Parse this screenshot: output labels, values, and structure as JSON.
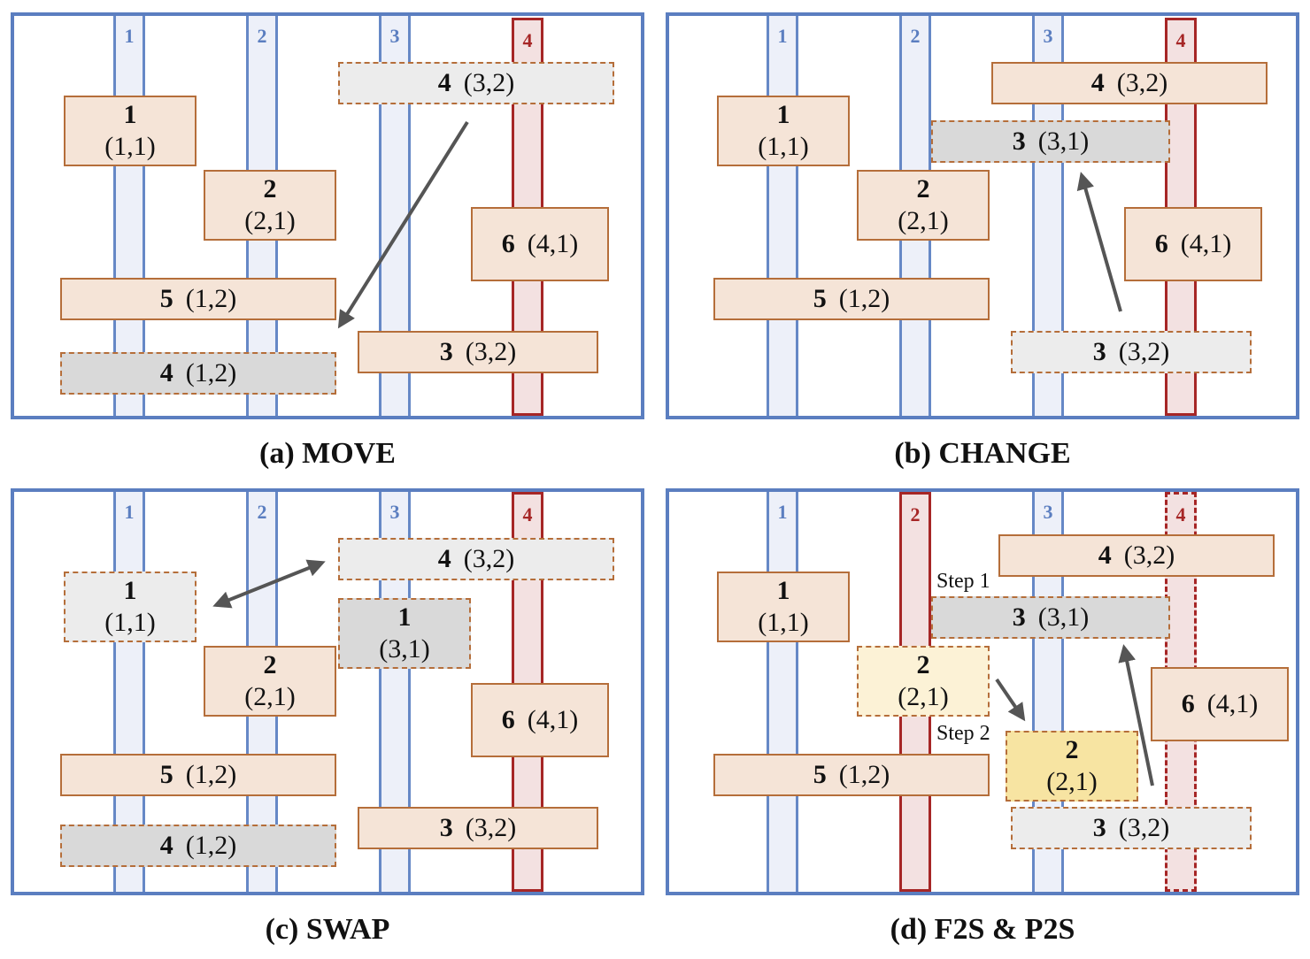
{
  "panels": [
    {
      "caption": "(a) MOVE",
      "lanes": [
        "1",
        "2",
        "3",
        "4"
      ],
      "blocks": [
        {
          "id": "4",
          "coord": "(3,2)",
          "style": "dashed-light"
        },
        {
          "id": "1",
          "coord": "(1,1)",
          "style": "solid"
        },
        {
          "id": "2",
          "coord": "(2,1)",
          "style": "solid"
        },
        {
          "id": "6",
          "coord": "(4,1)",
          "style": "solid"
        },
        {
          "id": "5",
          "coord": "(1,2)",
          "style": "solid"
        },
        {
          "id": "3",
          "coord": "(3,2)",
          "style": "solid"
        },
        {
          "id": "4",
          "coord": "(1,2)",
          "style": "dashed-gray"
        }
      ],
      "arrows": [
        {
          "from": "4 (3,2)",
          "to": "4 (1,2)",
          "type": "single"
        }
      ]
    },
    {
      "caption": "(b) CHANGE",
      "lanes": [
        "1",
        "2",
        "3",
        "4"
      ],
      "blocks": [
        {
          "id": "4",
          "coord": "(3,2)",
          "style": "solid"
        },
        {
          "id": "1",
          "coord": "(1,1)",
          "style": "solid"
        },
        {
          "id": "3",
          "coord": "(3,1)",
          "style": "dashed-gray"
        },
        {
          "id": "2",
          "coord": "(2,1)",
          "style": "solid"
        },
        {
          "id": "6",
          "coord": "(4,1)",
          "style": "solid"
        },
        {
          "id": "5",
          "coord": "(1,2)",
          "style": "solid"
        },
        {
          "id": "3",
          "coord": "(3,2)",
          "style": "dashed-light"
        }
      ],
      "arrows": [
        {
          "from": "3 (3,2)",
          "to": "3 (3,1)",
          "type": "single"
        }
      ]
    },
    {
      "caption": "(c) SWAP",
      "lanes": [
        "1",
        "2",
        "3",
        "4"
      ],
      "blocks": [
        {
          "id": "4",
          "coord": "(3,2)",
          "style": "dashed-light"
        },
        {
          "id": "1",
          "coord": "(1,1)",
          "style": "dashed-light"
        },
        {
          "id": "1",
          "coord": "(3,1)",
          "style": "dashed-gray"
        },
        {
          "id": "2",
          "coord": "(2,1)",
          "style": "solid"
        },
        {
          "id": "6",
          "coord": "(4,1)",
          "style": "solid"
        },
        {
          "id": "5",
          "coord": "(1,2)",
          "style": "solid"
        },
        {
          "id": "3",
          "coord": "(3,2)",
          "style": "solid"
        },
        {
          "id": "4",
          "coord": "(1,2)",
          "style": "dashed-gray"
        }
      ],
      "arrows": [
        {
          "from": "1 (1,1)",
          "to": "4 (3,2)",
          "type": "double"
        }
      ]
    },
    {
      "caption": "(d) F2S & P2S",
      "lanes": [
        "1",
        "2",
        "3",
        "4"
      ],
      "step_labels": [
        "Step 1",
        "Step 2"
      ],
      "blocks": [
        {
          "id": "4",
          "coord": "(3,2)",
          "style": "solid"
        },
        {
          "id": "1",
          "coord": "(1,1)",
          "style": "solid"
        },
        {
          "id": "3",
          "coord": "(3,1)",
          "style": "dashed-gray"
        },
        {
          "id": "2",
          "coord": "(2,1)",
          "style": "dashed-pale-yellow"
        },
        {
          "id": "6",
          "coord": "(4,1)",
          "style": "solid"
        },
        {
          "id": "2",
          "coord": "(2,1)",
          "style": "dashed-yellow"
        },
        {
          "id": "5",
          "coord": "(1,2)",
          "style": "solid"
        },
        {
          "id": "3",
          "coord": "(3,2)",
          "style": "dashed-light"
        }
      ],
      "arrows": [
        {
          "from": "3 (3,2)",
          "to": "3 (3,1)",
          "type": "single"
        },
        {
          "from": "2 (2,1)",
          "to": "2 (2,1) relocated",
          "type": "single"
        }
      ]
    }
  ]
}
